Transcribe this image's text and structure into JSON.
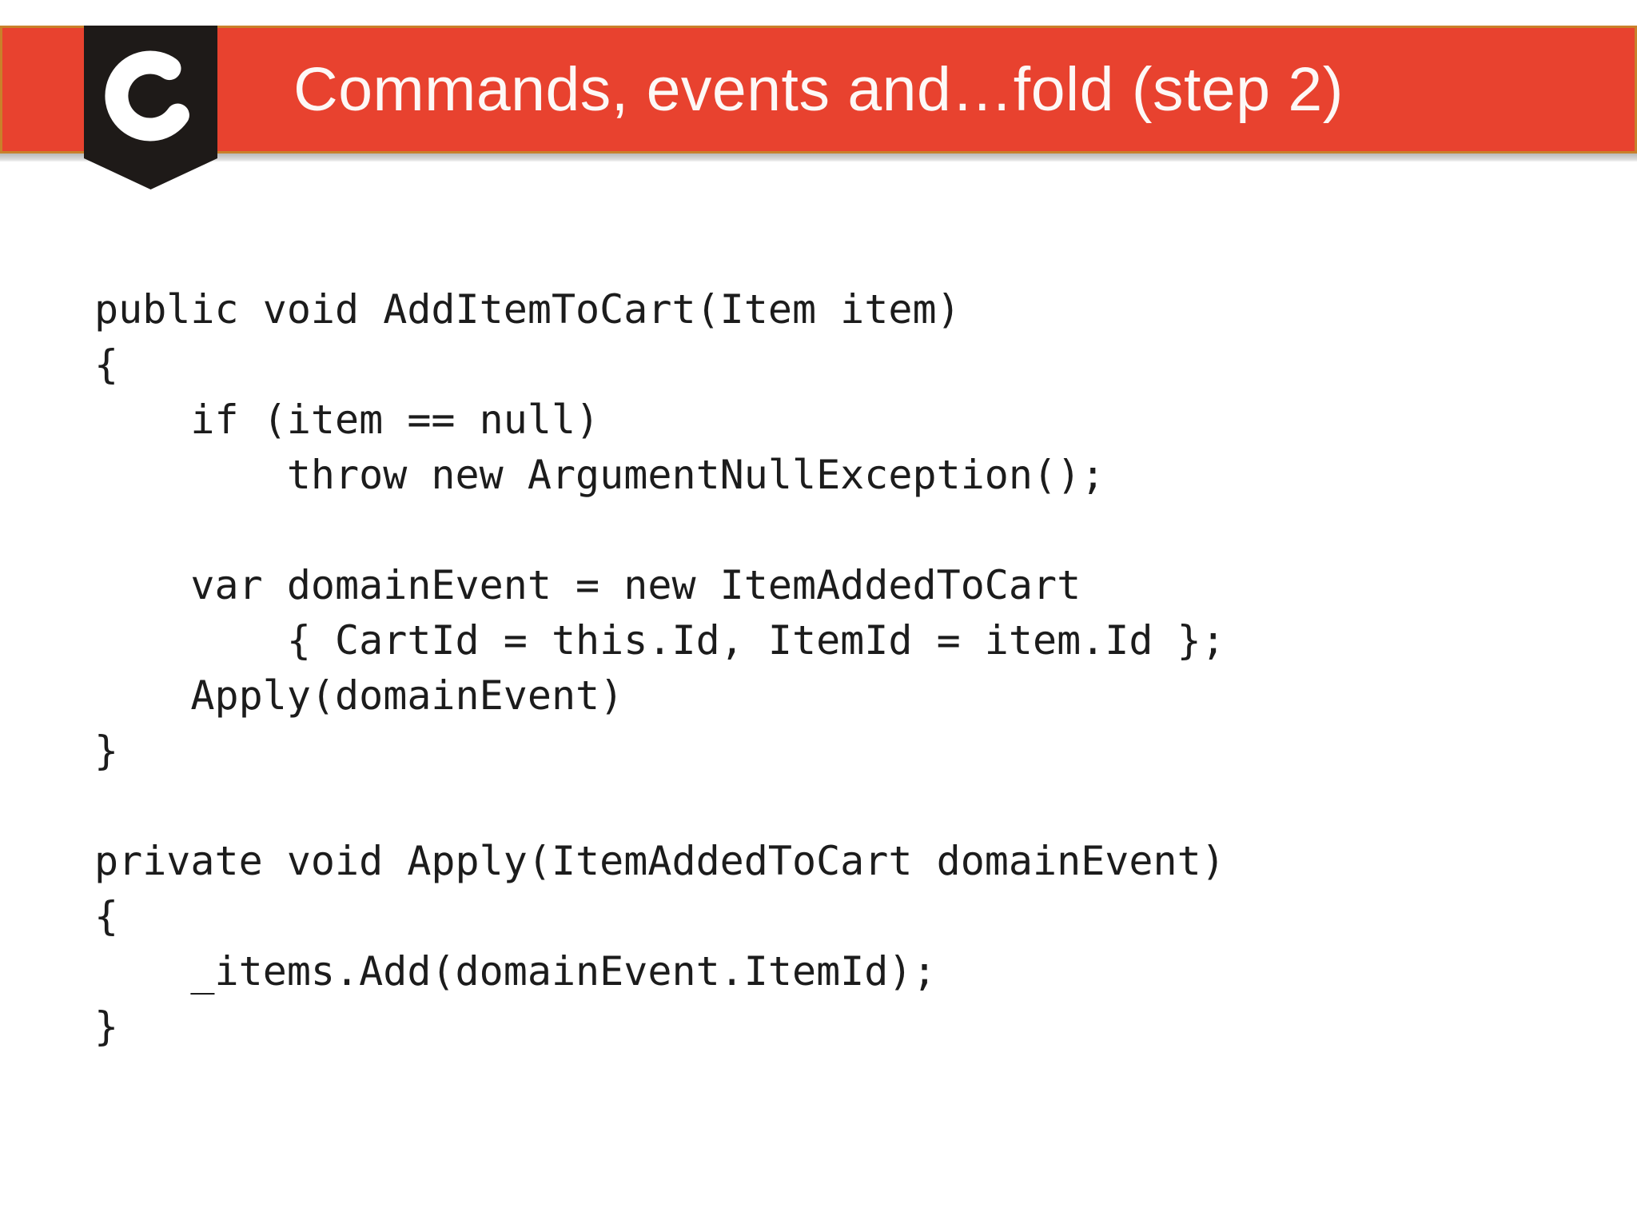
{
  "title": "Commands, events and…fold (step 2)",
  "logo": {
    "icon": "c-swirl"
  },
  "code": "public void AddItemToCart(Item item)\n{\n    if (item == null)\n        throw new ArgumentNullException();\n\n    var domainEvent = new ItemAddedToCart\n        { CartId = this.Id, ItemId = item.Id };\n    Apply(domainEvent)\n}\n\nprivate void Apply(ItemAddedToCart domainEvent)\n{\n    _items.Add(domainEvent.ItemId);\n}",
  "colors": {
    "header_red": "#e8422f",
    "header_border_orange": "#c9802a",
    "badge_black": "#1e1a18",
    "title_white": "#fdf8f6",
    "code_black": "#1c1c1c",
    "shadow_gray": "#b9b9b9"
  }
}
